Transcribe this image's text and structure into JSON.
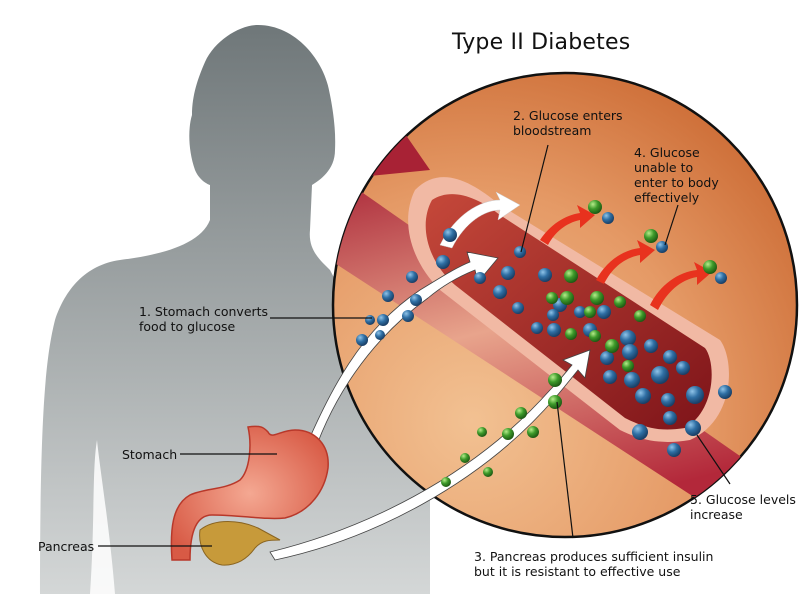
{
  "title": "Type II Diabetes",
  "labels": {
    "step1": [
      "1. Stomach converts",
      "food to glucose"
    ],
    "step2": [
      "2. Glucose enters",
      "bloodstream"
    ],
    "step3": [
      "3. Pancreas produces sufficient insulin",
      "but it is resistant to effective use"
    ],
    "step4": [
      "4. Glucose",
      "unable to",
      "enter to body",
      "effectively"
    ],
    "step5": [
      "5. Glucose levels",
      "increase"
    ],
    "stomach": "Stomach",
    "pancreas": "Pancreas"
  },
  "legend_semantics": {
    "blue_particle": "glucose",
    "green_particle": "insulin"
  },
  "colors": {
    "silhouette_top": "#6f7779",
    "silhouette_bottom": "#c9cdcd",
    "circle_fill": "#e59a66",
    "circle_dark": "#c9662f",
    "vessel_wall": "#b3283a",
    "vessel_lumen": "#8e1a20",
    "glucose": "#2f6fa4",
    "insulin": "#3d9a2a",
    "arrow_red": "#e8321e",
    "stomach": "#e8826a",
    "pancreas": "#c79a3a"
  }
}
